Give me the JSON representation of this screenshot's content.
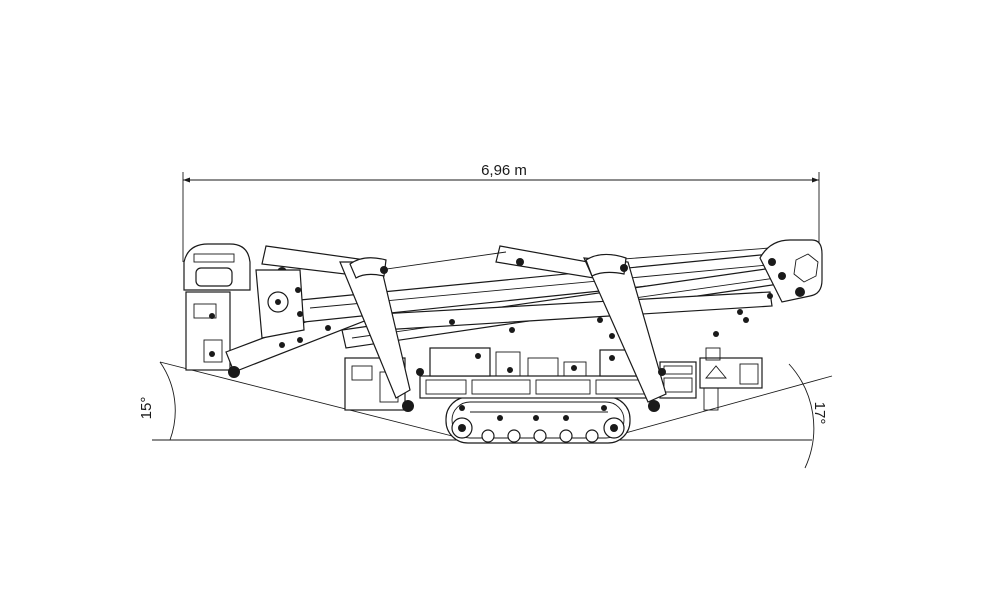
{
  "dimensions": {
    "overall_length": "6,96 m",
    "approach_angle_left": "15°",
    "departure_angle_right": "17°"
  },
  "colors": {
    "line": "#1a1a1a",
    "background": "#ffffff"
  }
}
